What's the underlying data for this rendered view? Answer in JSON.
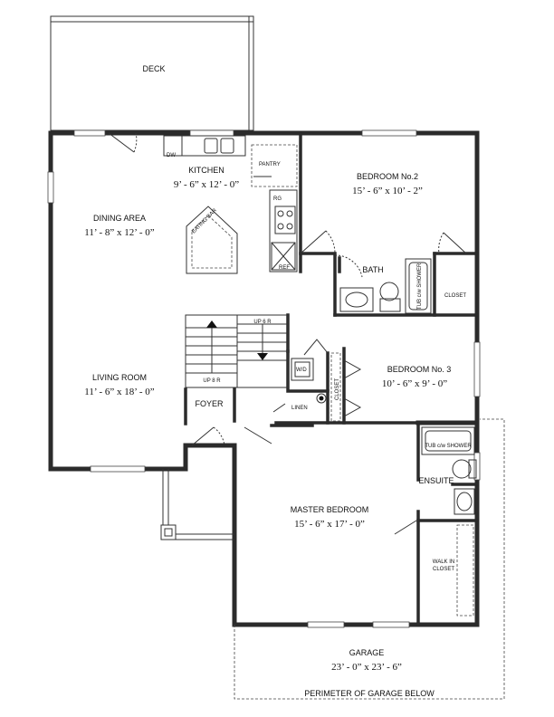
{
  "rooms": {
    "deck": {
      "name": "DECK"
    },
    "kitchen": {
      "name": "KITCHEN",
      "dims": "9’ - 6” x 12’ - 0”"
    },
    "pantry": {
      "name": "PANTRY"
    },
    "dining": {
      "name": "DINING AREA",
      "dims": "11’ - 8” x 12’ - 0”"
    },
    "eating_bar": {
      "name": "EATING BAR"
    },
    "bedroom2": {
      "name": "BEDROOM No.2",
      "dims": "15’ - 6” x 10’ - 2”"
    },
    "bath": {
      "name": "BATH"
    },
    "bath_tub": {
      "name": "TUB c/w SHOWER"
    },
    "closet_bath": {
      "name": "CLOSET"
    },
    "living": {
      "name": "LIVING ROOM",
      "dims": "11’ - 6” x 18’ - 0”"
    },
    "foyer": {
      "name": "FOYER"
    },
    "bedroom3": {
      "name": "BEDROOM No. 3",
      "dims": "10’ - 6” x 9’ - 0”"
    },
    "closet_b3": {
      "name": "CLOSET"
    },
    "linen": {
      "name": "LINEN"
    },
    "wd": {
      "name": "W/D"
    },
    "ensuite": {
      "name": "ENSUITE"
    },
    "ensuite_tub": {
      "name": "TUB c/w SHOWER"
    },
    "master": {
      "name": "MASTER BEDROOM",
      "dims": "15’ - 6” x 17’ - 0”"
    },
    "walkin": {
      "name": "WALK IN",
      "name2": "CLOSET"
    },
    "garage": {
      "name": "GARAGE",
      "dims": "23’ - 0” x 23’ - 6”"
    }
  },
  "fixtures": {
    "dw": "DW",
    "rg": "RG",
    "ref": "REF"
  },
  "stairs": {
    "up_upper": "UP 6 R",
    "up_lower": "UP 8 R"
  },
  "notes": {
    "garage_perimeter": "PERIMETER OF GARAGE BELOW"
  }
}
